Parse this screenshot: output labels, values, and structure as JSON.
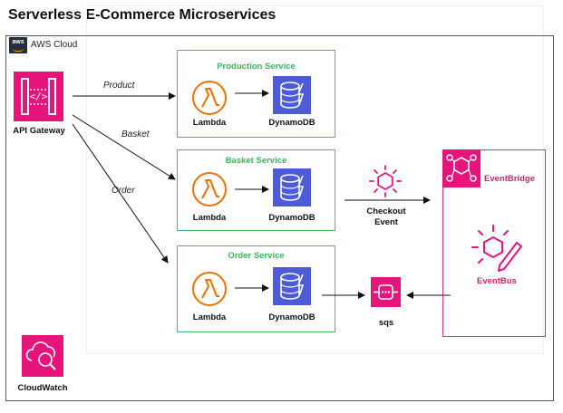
{
  "diagram": {
    "title": "Serverless E-Commerce Microservices",
    "cloud_label": "AWS Cloud",
    "aws_badge": "aws",
    "api_gateway": {
      "label": "API Gateway",
      "icon": "api-gateway-icon",
      "color": "#e7157b"
    },
    "edges": {
      "product": "Product",
      "basket": "Basket",
      "order": "Order"
    },
    "services": [
      {
        "title": "Production Service",
        "lambda": "Lambda",
        "db": "DynamoDB"
      },
      {
        "title": "Basket Service",
        "lambda": "Lambda",
        "db": "DynamoDB"
      },
      {
        "title": "Order Service",
        "lambda": "Lambda",
        "db": "DynamoDB"
      }
    ],
    "checkout_event": {
      "line1": "Checkout",
      "line2": "Event"
    },
    "eventbridge": {
      "label": "EventBridge",
      "bus_label": "EventBus"
    },
    "sqs": {
      "label": "sqs"
    },
    "cloudwatch": {
      "label": "CloudWatch"
    },
    "colors": {
      "service_border": "#3fbf6a",
      "lambda": "#ed7100",
      "dynamodb": "#4d5bd9",
      "pink": "#e7157b",
      "arrow": "#111111"
    }
  }
}
